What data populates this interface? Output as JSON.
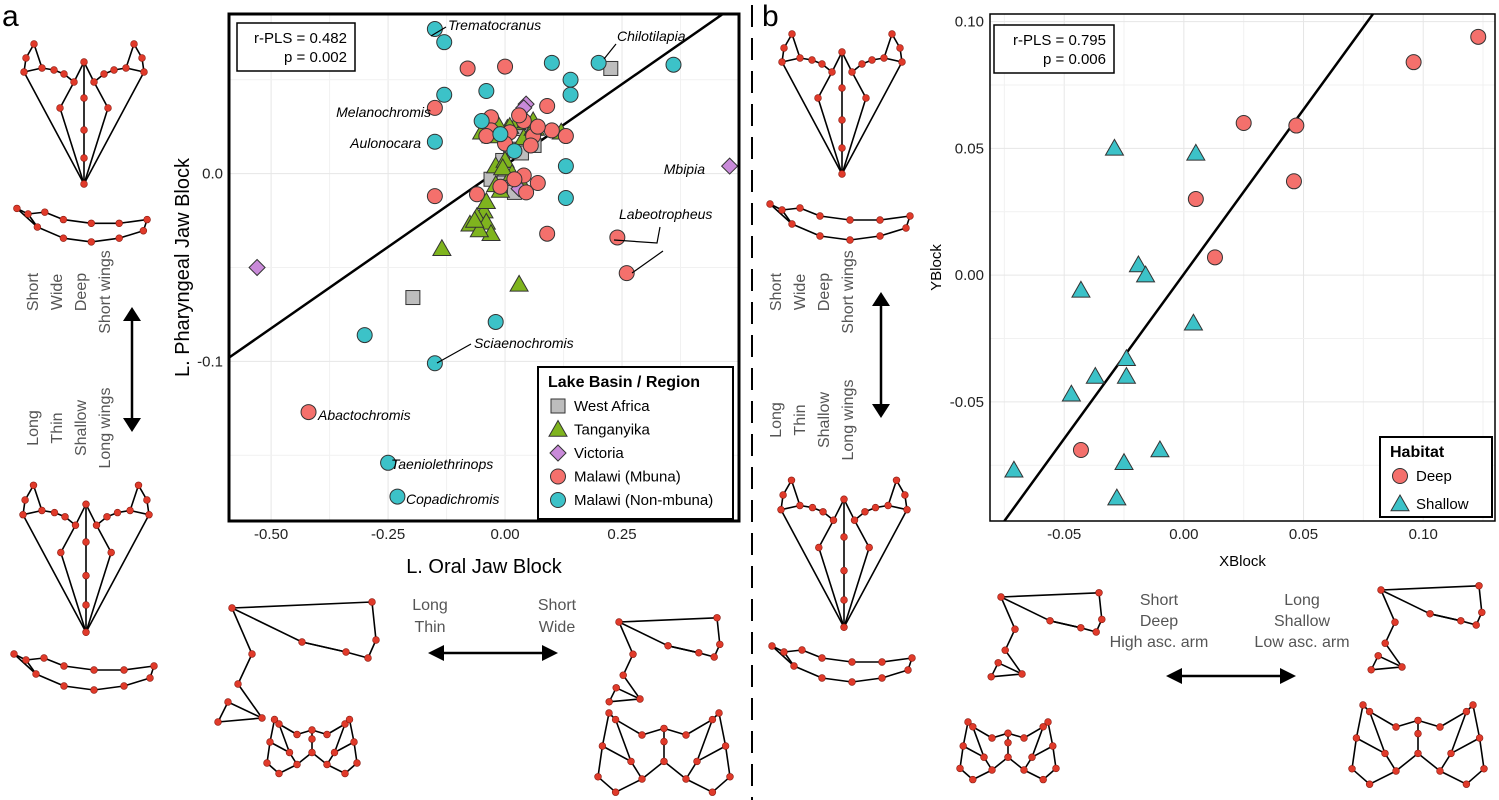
{
  "panels": {
    "a": "a",
    "b": "b"
  },
  "colors": {
    "west_africa": "#bdbdbd",
    "tanganyika": "#7fb41e",
    "victoria": "#c98ad9",
    "mbuna": "#f4706c",
    "non_mbuna": "#3cc2c8",
    "deep": "#f4706c",
    "shallow": "#3cc2c8",
    "landmark": "#e03a2a"
  },
  "shape_labels": {
    "a_left_top": [
      "Short",
      "Wide",
      "Deep",
      "Short wings"
    ],
    "a_left_bottom": [
      "Long",
      "Thin",
      "Shallow",
      "Long wings"
    ],
    "a_bottom_left": [
      "Long",
      "Thin"
    ],
    "a_bottom_right": [
      "Short",
      "Wide"
    ],
    "b_left_top": [
      "Short",
      "Wide",
      "Deep",
      "Short wings"
    ],
    "b_left_bottom": [
      "Long",
      "Thin",
      "Shallow",
      "Long wings"
    ],
    "b_bottom_left": [
      "Short",
      "Deep",
      "High asc. arm"
    ],
    "b_bottom_right": [
      "Long",
      "Shallow",
      "Low asc. arm"
    ]
  },
  "chart_data": [
    {
      "type": "scatter",
      "panel": "a",
      "xlabel": "L. Oral Jaw Block",
      "ylabel": "L. Pharyngeal Jaw Block",
      "xlim": [
        -0.59,
        0.5
      ],
      "ylim": [
        -0.185,
        0.085
      ],
      "xticks": [
        -0.5,
        -0.25,
        0.0,
        0.25
      ],
      "xtick_labels": [
        "-0.50",
        "-0.25",
        "0.00",
        "0.25"
      ],
      "yticks": [
        0.0,
        -0.1
      ],
      "ytick_labels": [
        "0.0",
        "-0.1"
      ],
      "stats": [
        "r-PLS = 0.482",
        "p = 0.002"
      ],
      "fit_line": {
        "x": [
          -0.59,
          0.5
        ],
        "y": [
          -0.098,
          0.091
        ]
      },
      "grid": true,
      "legend": {
        "title": "Lake Basin / Region",
        "position": "bottom-right"
      },
      "series": [
        {
          "name": "West Africa",
          "marker": "square",
          "color_key": "west_africa",
          "x": [
            0.226,
            -0.197,
            0.062,
            0.035,
            0.012,
            -0.005,
            -0.03,
            -0.002,
            0.04,
            0.02
          ],
          "y": [
            0.056,
            -0.066,
            0.015,
            0.011,
            0.013,
            0.007,
            -0.003,
            -0.005,
            0.024,
            -0.01
          ]
        },
        {
          "name": "Tanganyika",
          "marker": "triangle",
          "color_key": "tanganyika",
          "x": [
            0.005,
            0.025,
            0.045,
            0.065,
            0.12,
            -0.03,
            -0.015,
            0.01,
            0.04,
            -0.02,
            -0.045,
            -0.06,
            -0.075,
            -0.04,
            -0.03,
            -0.055,
            -0.135,
            0.03,
            -0.01,
            -0.02,
            0.0,
            0.035,
            0.06,
            -0.05,
            -0.03,
            -0.065,
            0.015,
            0.06,
            -0.005,
            -0.04
          ],
          "y": [
            0.024,
            0.027,
            0.028,
            0.024,
            0.022,
            0.023,
            0.026,
            0.025,
            0.019,
            -0.006,
            -0.02,
            -0.023,
            -0.027,
            -0.026,
            -0.032,
            -0.03,
            -0.04,
            -0.059,
            -0.009,
            0.004,
            0.007,
            -0.005,
            0.024,
            0.022,
            0.02,
            -0.025,
            0.0,
            0.028,
            0.003,
            -0.015
          ]
        },
        {
          "name": "Victoria",
          "marker": "diamond",
          "color_key": "victoria",
          "x": [
            0.045,
            0.48,
            -0.53,
            0.04,
            0.03
          ],
          "y": [
            0.037,
            0.004,
            -0.05,
            0.035,
            -0.008
          ]
        },
        {
          "name": "Malawi (Mbuna)",
          "marker": "circle",
          "color_key": "mbuna",
          "x": [
            -0.15,
            -0.08,
            -0.03,
            0.0,
            0.04,
            0.06,
            0.09,
            0.1,
            0.13,
            -0.03,
            -0.04,
            0.01,
            0.07,
            0.04,
            -0.06,
            -0.15,
            0.02,
            0.0,
            0.07,
            0.09,
            0.24,
            0.26,
            -0.42,
            0.03,
            -0.01,
            0.045,
            0.055
          ],
          "y": [
            0.035,
            0.056,
            0.03,
            0.057,
            0.028,
            0.02,
            0.036,
            0.023,
            0.02,
            0.023,
            0.02,
            0.022,
            0.025,
            -0.001,
            -0.011,
            -0.012,
            -0.003,
            0.016,
            -0.005,
            -0.032,
            -0.034,
            -0.053,
            -0.127,
            0.031,
            -0.007,
            -0.01,
            0.015
          ]
        },
        {
          "name": "Malawi (Non-mbuna)",
          "marker": "circle",
          "color_key": "non_mbuna",
          "x": [
            -0.15,
            -0.13,
            -0.13,
            -0.04,
            0.1,
            0.14,
            0.14,
            0.2,
            0.36,
            -0.15,
            -0.01,
            0.13,
            0.13,
            -0.02,
            -0.3,
            -0.15,
            -0.25,
            -0.23,
            -0.05,
            0.02
          ],
          "y": [
            0.077,
            0.07,
            0.042,
            0.044,
            0.059,
            0.05,
            0.042,
            0.059,
            0.058,
            0.017,
            0.021,
            0.004,
            -0.013,
            -0.079,
            -0.086,
            -0.101,
            -0.154,
            -0.172,
            0.028,
            0.012
          ]
        }
      ],
      "annotations": [
        "Trematocranus",
        "Chilotilapia",
        "Melanochromis",
        "Aulonocara",
        "Mbipia",
        "Labeotropheus",
        "Sciaenochromis",
        "Abactochromis",
        "Taeniolethrinops",
        "Copadichromis"
      ]
    },
    {
      "type": "scatter",
      "panel": "b",
      "xlabel": "XBlock",
      "ylabel": "YBlock",
      "xlim": [
        -0.081,
        0.13
      ],
      "ylim": [
        -0.097,
        0.103
      ],
      "xticks": [
        -0.05,
        0.0,
        0.05,
        0.1
      ],
      "xtick_labels": [
        "-0.05",
        "0.00",
        "0.05",
        "0.10"
      ],
      "yticks": [
        0.1,
        0.05,
        0.0,
        -0.05
      ],
      "ytick_labels": [
        "0.10",
        "0.05",
        "0.00",
        "-0.05"
      ],
      "stats": [
        "r-PLS = 0.795",
        "p = 0.006"
      ],
      "fit_line": {
        "x": [
          -0.075,
          0.079
        ],
        "y": [
          -0.097,
          0.103
        ]
      },
      "grid": true,
      "legend": {
        "title": "Habitat",
        "position": "bottom-right"
      },
      "series": [
        {
          "name": "Deep",
          "marker": "circle",
          "color_key": "deep",
          "x": [
            0.123,
            0.096,
            0.047,
            0.025,
            0.046,
            0.005,
            0.013,
            -0.043
          ],
          "y": [
            0.094,
            0.084,
            0.059,
            0.06,
            0.037,
            0.03,
            0.007,
            -0.069
          ]
        },
        {
          "name": "Shallow",
          "marker": "triangle",
          "color_key": "shallow",
          "x": [
            -0.029,
            0.005,
            -0.019,
            -0.016,
            -0.043,
            0.004,
            -0.024,
            -0.037,
            -0.024,
            -0.047,
            -0.071,
            -0.025,
            -0.01,
            -0.028
          ],
          "y": [
            0.05,
            0.048,
            0.004,
            0.0,
            -0.006,
            -0.019,
            -0.033,
            -0.04,
            -0.04,
            -0.047,
            -0.077,
            -0.074,
            -0.069,
            -0.088
          ]
        }
      ]
    }
  ]
}
